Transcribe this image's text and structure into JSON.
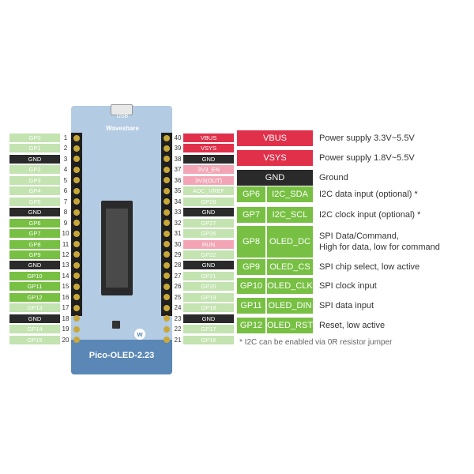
{
  "colors": {
    "power": "#e0304a",
    "power_light": "#f3a5b5",
    "gnd": "#2a2a2a",
    "gpio_used": "#77c043",
    "gpio_unused": "#c3e3b0",
    "text_light": "#ffffff"
  },
  "left_pins": [
    {
      "num": "1",
      "label": "GP0",
      "kind": "unused"
    },
    {
      "num": "2",
      "label": "GP1",
      "kind": "unused"
    },
    {
      "num": "3",
      "label": "GND",
      "kind": "gnd"
    },
    {
      "num": "4",
      "label": "GP2",
      "kind": "unused"
    },
    {
      "num": "5",
      "label": "GP3",
      "kind": "unused"
    },
    {
      "num": "6",
      "label": "GP4",
      "kind": "unused"
    },
    {
      "num": "7",
      "label": "GP5",
      "kind": "unused"
    },
    {
      "num": "8",
      "label": "GND",
      "kind": "gnd"
    },
    {
      "num": "9",
      "label": "GP6",
      "kind": "used"
    },
    {
      "num": "10",
      "label": "GP7",
      "kind": "used"
    },
    {
      "num": "11",
      "label": "GP8",
      "kind": "used"
    },
    {
      "num": "12",
      "label": "GP9",
      "kind": "used"
    },
    {
      "num": "13",
      "label": "GND",
      "kind": "gnd"
    },
    {
      "num": "14",
      "label": "GP10",
      "kind": "used"
    },
    {
      "num": "15",
      "label": "GP11",
      "kind": "used"
    },
    {
      "num": "16",
      "label": "GP12",
      "kind": "used"
    },
    {
      "num": "17",
      "label": "GP13",
      "kind": "unused"
    },
    {
      "num": "18",
      "label": "GND",
      "kind": "gnd"
    },
    {
      "num": "19",
      "label": "GP14",
      "kind": "unused"
    },
    {
      "num": "20",
      "label": "GP15",
      "kind": "unused"
    }
  ],
  "right_pins": [
    {
      "num": "40",
      "label": "VBUS",
      "kind": "power"
    },
    {
      "num": "39",
      "label": "VSYS",
      "kind": "power"
    },
    {
      "num": "38",
      "label": "GND",
      "kind": "gnd"
    },
    {
      "num": "37",
      "label": "3V3_EN",
      "kind": "power_light"
    },
    {
      "num": "36",
      "label": "3V3(OUT)",
      "kind": "power_light"
    },
    {
      "num": "35",
      "label": "ADC_VREF",
      "kind": "unused"
    },
    {
      "num": "34",
      "label": "GP28",
      "kind": "unused"
    },
    {
      "num": "33",
      "label": "GND",
      "kind": "gnd"
    },
    {
      "num": "32",
      "label": "GP27",
      "kind": "unused"
    },
    {
      "num": "31",
      "label": "GP26",
      "kind": "unused"
    },
    {
      "num": "30",
      "label": "RUN",
      "kind": "power_light"
    },
    {
      "num": "29",
      "label": "GP22",
      "kind": "unused"
    },
    {
      "num": "28",
      "label": "GND",
      "kind": "gnd"
    },
    {
      "num": "27",
      "label": "GP21",
      "kind": "unused"
    },
    {
      "num": "26",
      "label": "GP20",
      "kind": "unused"
    },
    {
      "num": "25",
      "label": "GP19",
      "kind": "unused"
    },
    {
      "num": "24",
      "label": "GP18",
      "kind": "unused"
    },
    {
      "num": "23",
      "label": "GND",
      "kind": "gnd"
    },
    {
      "num": "22",
      "label": "GP17",
      "kind": "unused"
    },
    {
      "num": "21",
      "label": "GP16",
      "kind": "unused"
    }
  ],
  "board": {
    "usb_label": "USB",
    "brand": "Waveshare",
    "name": "Pico-OLED-2.23"
  },
  "legend": [
    {
      "pin": "",
      "signal": "VBUS",
      "kind": "power",
      "desc": [
        "Power supply 3.3V~5.5V"
      ]
    },
    {
      "pin": "",
      "signal": "VSYS",
      "kind": "power",
      "desc": [
        "Power supply 1.8V~5.5V"
      ]
    },
    {
      "pin": "",
      "signal": "GND",
      "kind": "gnd",
      "desc": [
        "Ground"
      ]
    },
    {
      "pin": "GP6",
      "signal": "I2C_SDA",
      "kind": "used",
      "desc": [
        "I2C data input (optional) *"
      ]
    },
    {
      "pin": "GP7",
      "signal": "I2C_SCL",
      "kind": "used",
      "desc": [
        "I2C clock input (optional) *"
      ]
    },
    {
      "pin": "GP8",
      "signal": "OLED_DC",
      "kind": "used",
      "desc": [
        "SPI Data/Command,",
        "High for data, low for command"
      ]
    },
    {
      "pin": "GP9",
      "signal": "OLED_CS",
      "kind": "used",
      "desc": [
        "SPI chip select, low active"
      ]
    },
    {
      "pin": "GP10",
      "signal": "OLED_CLK",
      "kind": "used",
      "desc": [
        "SPI clock input"
      ]
    },
    {
      "pin": "GP11",
      "signal": "OLED_DIN",
      "kind": "used",
      "desc": [
        "SPI data input"
      ]
    },
    {
      "pin": "GP12",
      "signal": "OLED_RST",
      "kind": "used",
      "desc": [
        "Reset, low active"
      ]
    }
  ],
  "footnote": "* I2C can be enabled via 0R resistor jumper"
}
